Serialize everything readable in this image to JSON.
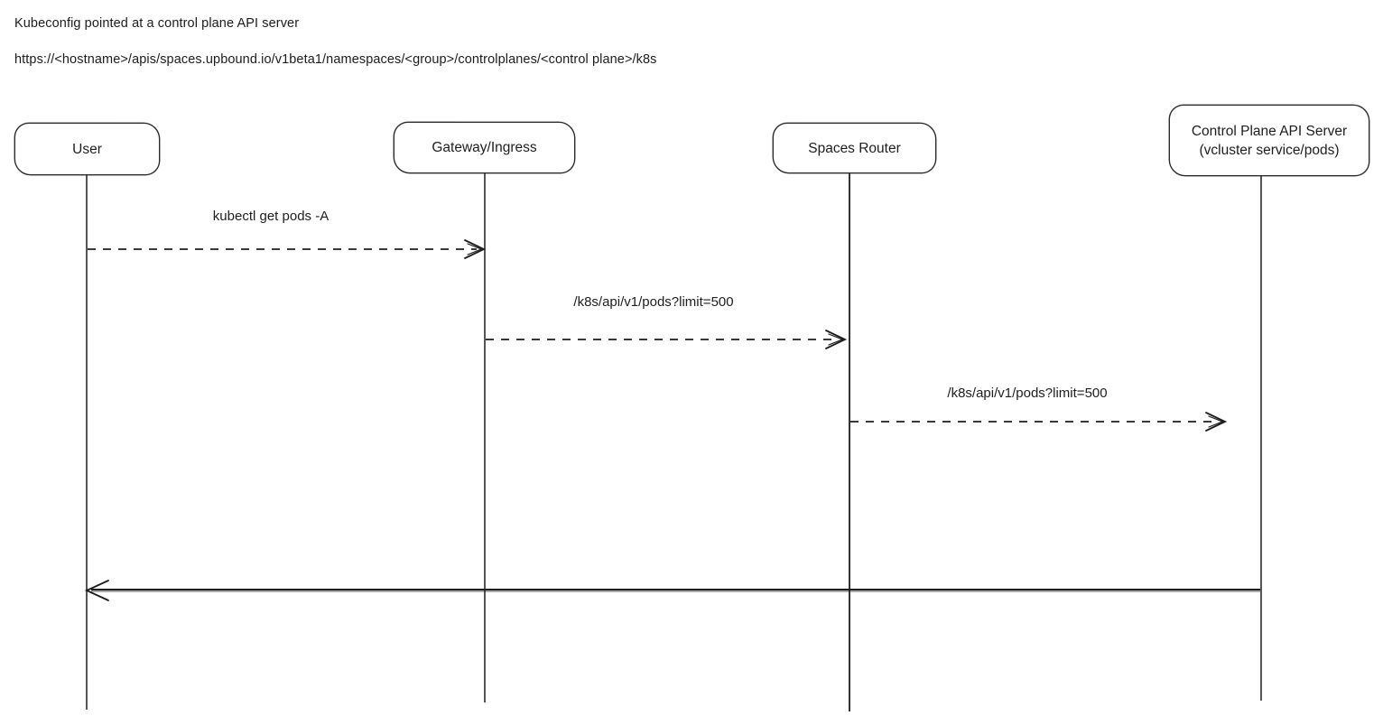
{
  "header": {
    "title": "Kubeconfig pointed at a control plane API server",
    "url": "https://<hostname>/apis/spaces.upbound.io/v1beta1/namespaces/<group>/controlplanes/<control plane>/k8s"
  },
  "diagram": {
    "type": "sequence",
    "colors": {
      "stroke": "#1e1e1e",
      "background": "#ffffff"
    },
    "actors": [
      {
        "id": "user",
        "label": "User"
      },
      {
        "id": "gateway-ingress",
        "label": "Gateway/Ingress"
      },
      {
        "id": "spaces-router",
        "label": "Spaces Router"
      },
      {
        "id": "control-plane-api-server",
        "label": "Control Plane API Server",
        "sublabel": "(vcluster service/pods)"
      }
    ],
    "messages": [
      {
        "from": "user",
        "to": "gateway-ingress",
        "label": "kubectl get pods -A",
        "style": "dashed"
      },
      {
        "from": "gateway-ingress",
        "to": "spaces-router",
        "label": "/k8s/api/v1/pods?limit=500",
        "style": "dashed"
      },
      {
        "from": "spaces-router",
        "to": "control-plane-api-server",
        "label": "/k8s/api/v1/pods?limit=500",
        "style": "dashed"
      },
      {
        "from": "control-plane-api-server",
        "to": "user",
        "label": "",
        "style": "solid"
      }
    ]
  }
}
